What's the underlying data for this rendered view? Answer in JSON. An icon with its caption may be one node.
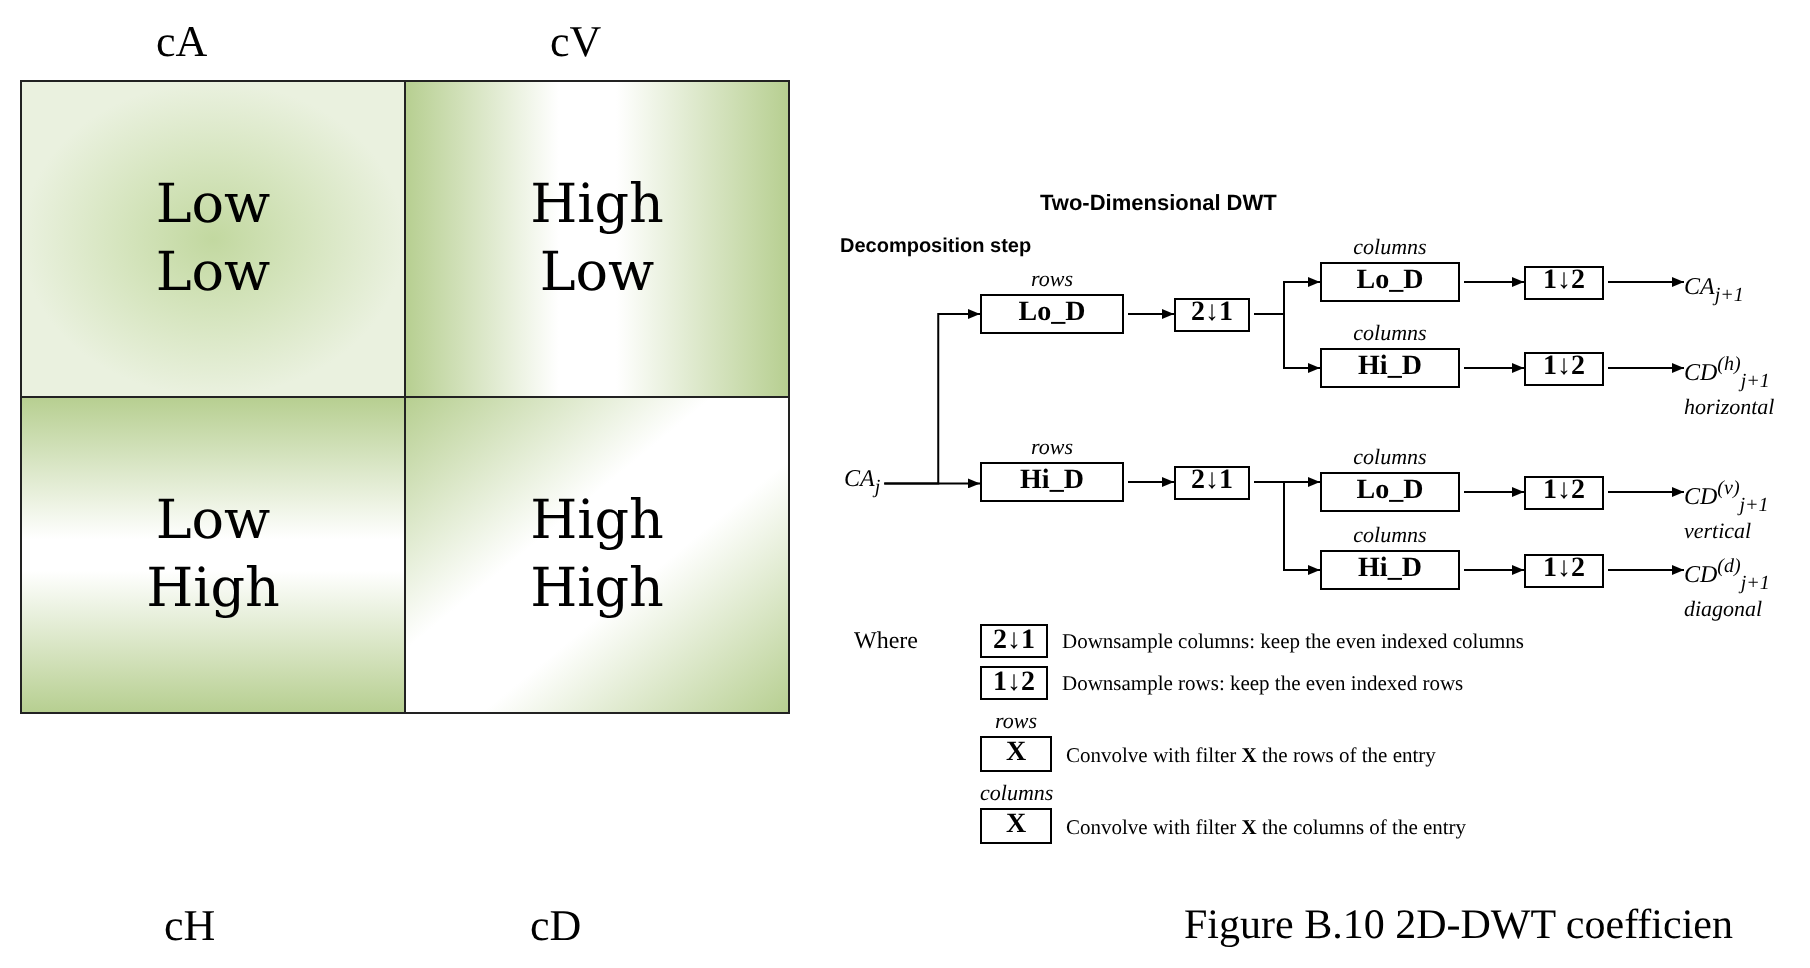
{
  "diagram": {
    "title": "Two-Dimensional DWT",
    "caption": "Figure B.10 2D-DWT coefficien",
    "nodes": [
      {
        "text": [
          "Low Low"
        ],
        "beside": [
          "cA"
        ]
      },
      {
        "text": [
          "High Low"
        ],
        "beside": [
          "cV"
        ]
      },
      {
        "text": [
          "Low High"
        ]
      },
      {
        "text": [
          "High High"
        ]
      },
      {
        "text": [
          "CA$_{j}$"
        ]
      },
      {
        "text": [
          "rows",
          "Lo_D"
        ]
      },
      {
        "text": [
          "2↓1"
        ]
      },
      {
        "text": [
          "columns",
          "Lo_D"
        ]
      },
      {
        "text": [
          "1↓2"
        ]
      },
      {
        "text": [
          "CA$_{j+1}$"
        ]
      },
      {
        "text": [
          "columns",
          "Hi_D"
        ]
      },
      {
        "text": [
          "1↓2"
        ]
      },
      {
        "text": [
          "CD$^{(h)}$$_{j+1}$",
          "horizontal"
        ]
      },
      {
        "text": [
          "rows",
          "Hi_D"
        ]
      },
      {
        "text": [
          "2↓1"
        ]
      },
      {
        "text": [
          "columns",
          "Lo_D"
        ]
      },
      {
        "text": [
          "1↓2"
        ]
      },
      {
        "text": [
          "CD$^{(v)}$$_{j+1}$",
          "vertical"
        ]
      },
      {
        "text": [
          "columns",
          "Hi_D"
        ]
      },
      {
        "text": [
          "1↓2"
        ]
      },
      {
        "text": [
          "CD$^{(d)}$$_{j+1}$",
          "diagonal"
        ]
      },
      {
        "text": [
          "2↓1"
        ],
        "beside": [
          "Downsample columns: keep the even indexed columns"
        ]
      },
      {
        "text": [
          "1↓2"
        ],
        "beside": [
          "Downsample rows: keep the even indexed rows"
        ]
      },
      {
        "text": [
          "rows",
          "X"
        ],
        "beside": [
          "Convolve with filter **X** the rows of the entry"
        ]
      },
      {
        "text": [
          "columns",
          "X"
        ],
        "beside": [
          "Convolve with filter **X** the columns of the entry"
        ]
      }
    ],
    "edges": [
      {
        "from": 4,
        "to": 5,
        "arrow": "to"
      },
      {
        "from": 4,
        "to": 13,
        "arrow": "to"
      },
      {
        "from": 5,
        "to": 6,
        "arrow": "to"
      },
      {
        "from": 6,
        "to": 7,
        "arrow": "to"
      },
      {
        "from": 6,
        "to": 10,
        "arrow": "to"
      },
      {
        "from": 7,
        "to": 8,
        "arrow": "to"
      },
      {
        "from": 8,
        "to": 9,
        "arrow": "to"
      },
      {
        "from": 10,
        "to": 11,
        "arrow": "to"
      },
      {
        "from": 11,
        "to": 12,
        "arrow": "to"
      },
      {
        "from": 13,
        "to": 14,
        "arrow": "to"
      },
      {
        "from": 14,
        "to": 15,
        "arrow": "to"
      },
      {
        "from": 14,
        "to": 18,
        "arrow": "to"
      },
      {
        "from": 15,
        "to": 16,
        "arrow": "to"
      },
      {
        "from": 16,
        "to": 17,
        "arrow": "to"
      },
      {
        "from": 18,
        "to": 19,
        "arrow": "to"
      },
      {
        "from": 19,
        "to": 20,
        "arrow": "to"
      }
    ],
    "labels": [
      "Decomposition step",
      "Where",
      "cH",
      "cD"
    ]
  }
}
